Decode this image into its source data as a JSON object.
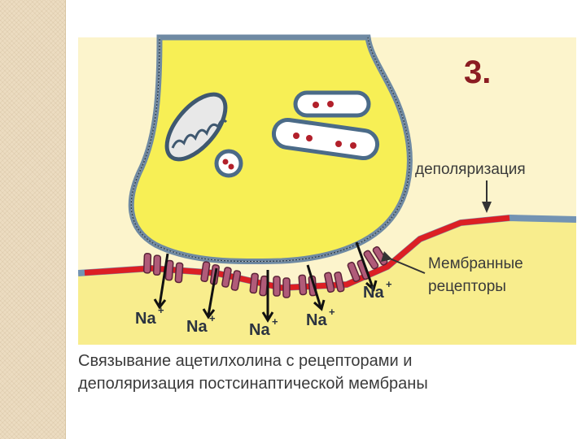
{
  "figure": {
    "step_number": "3.",
    "label_depolarization": "деполяризация",
    "label_receptors_line1": "Мембранные",
    "label_receptors_line2": "рецепторы",
    "ion_label": "Na",
    "ion_charge": "+"
  },
  "caption": {
    "line1": "Связывание ацетилхолина с рецепторами и",
    "line2": "деполяризация постсинаптической мембраны"
  },
  "colors": {
    "background_figure": "#fcf4cc",
    "terminal_fill": "#f7ef55",
    "membrane_blue": "#7393b3",
    "membrane_red": "#dc1f24",
    "receptor_fill": "#b05b79",
    "text_dark": "#3a3a3a",
    "step_number_color": "#8b1c22"
  }
}
